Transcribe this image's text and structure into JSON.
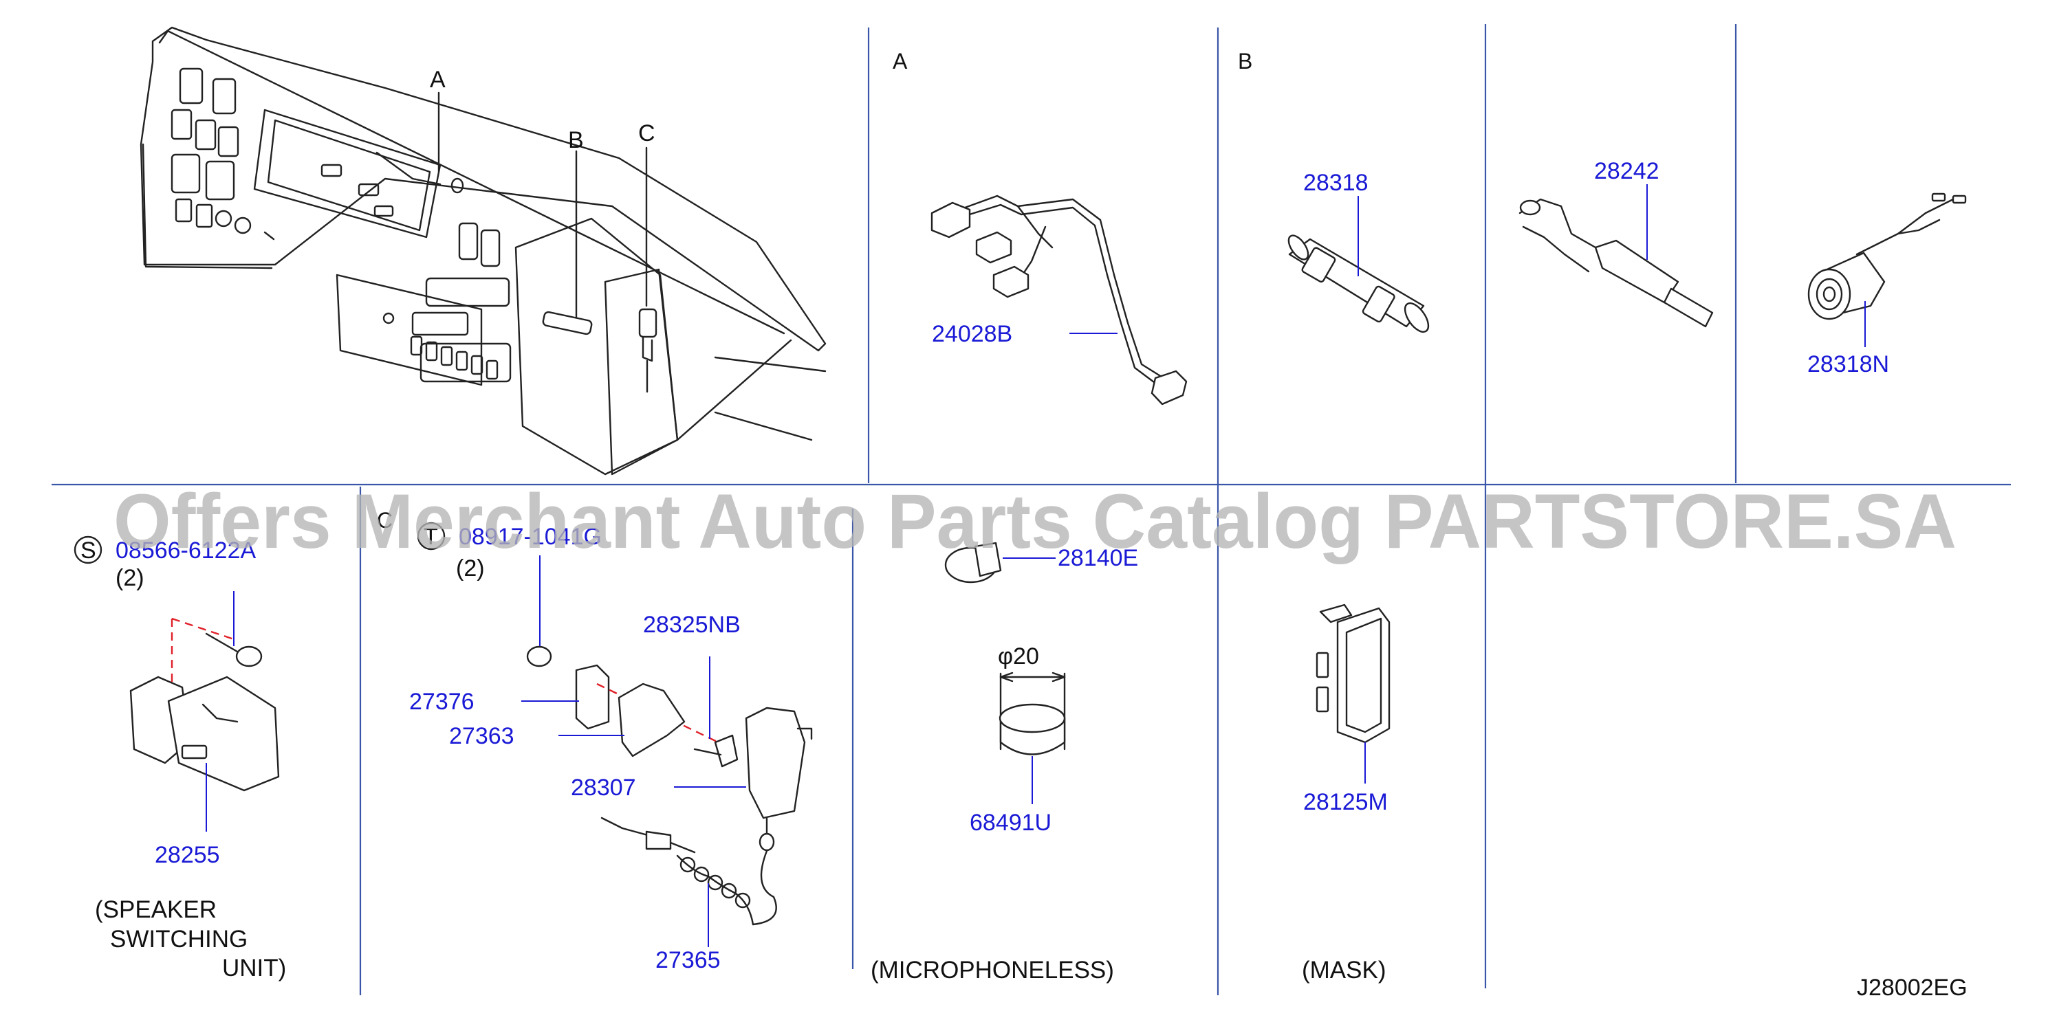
{
  "parts": {
    "p24028B": "24028B",
    "p28318": "28318",
    "p28242": "28242",
    "p28318N": "28318N",
    "p08566": "08566-6122A",
    "p08566_qty": "(2)",
    "p28255": "28255",
    "p08917": "08917-1041G",
    "p08917_qty": "(2)",
    "p28325NB": "28325NB",
    "p27376": "27376",
    "p27363": "27363",
    "p28307": "28307",
    "p27365": "27365",
    "p28140E": "28140E",
    "p68491U": "68491U",
    "p28125M": "28125M"
  },
  "callouts": {
    "a": "A",
    "b": "B",
    "c": "C",
    "sec_a": "A",
    "sec_b": "B",
    "sec_c": "C",
    "fastener_s": "S",
    "fastener_t": "T"
  },
  "dimension": "φ20",
  "captions": {
    "speaker_1": "(SPEAKER",
    "speaker_2": "SWITCHING",
    "speaker_3": "UNIT)",
    "microphoneless": "(MICROPHONELESS)",
    "mask": "(MASK)"
  },
  "diagram_code": "J28002EG",
  "watermark": "Offers Merchant Auto Parts Catalog PARTSTORE.SA",
  "colors": {
    "part_number": "#1a1ad6",
    "divider": "#3a56a8",
    "dashed_guide": "#e0212a",
    "watermark": "#b5b5b5"
  }
}
